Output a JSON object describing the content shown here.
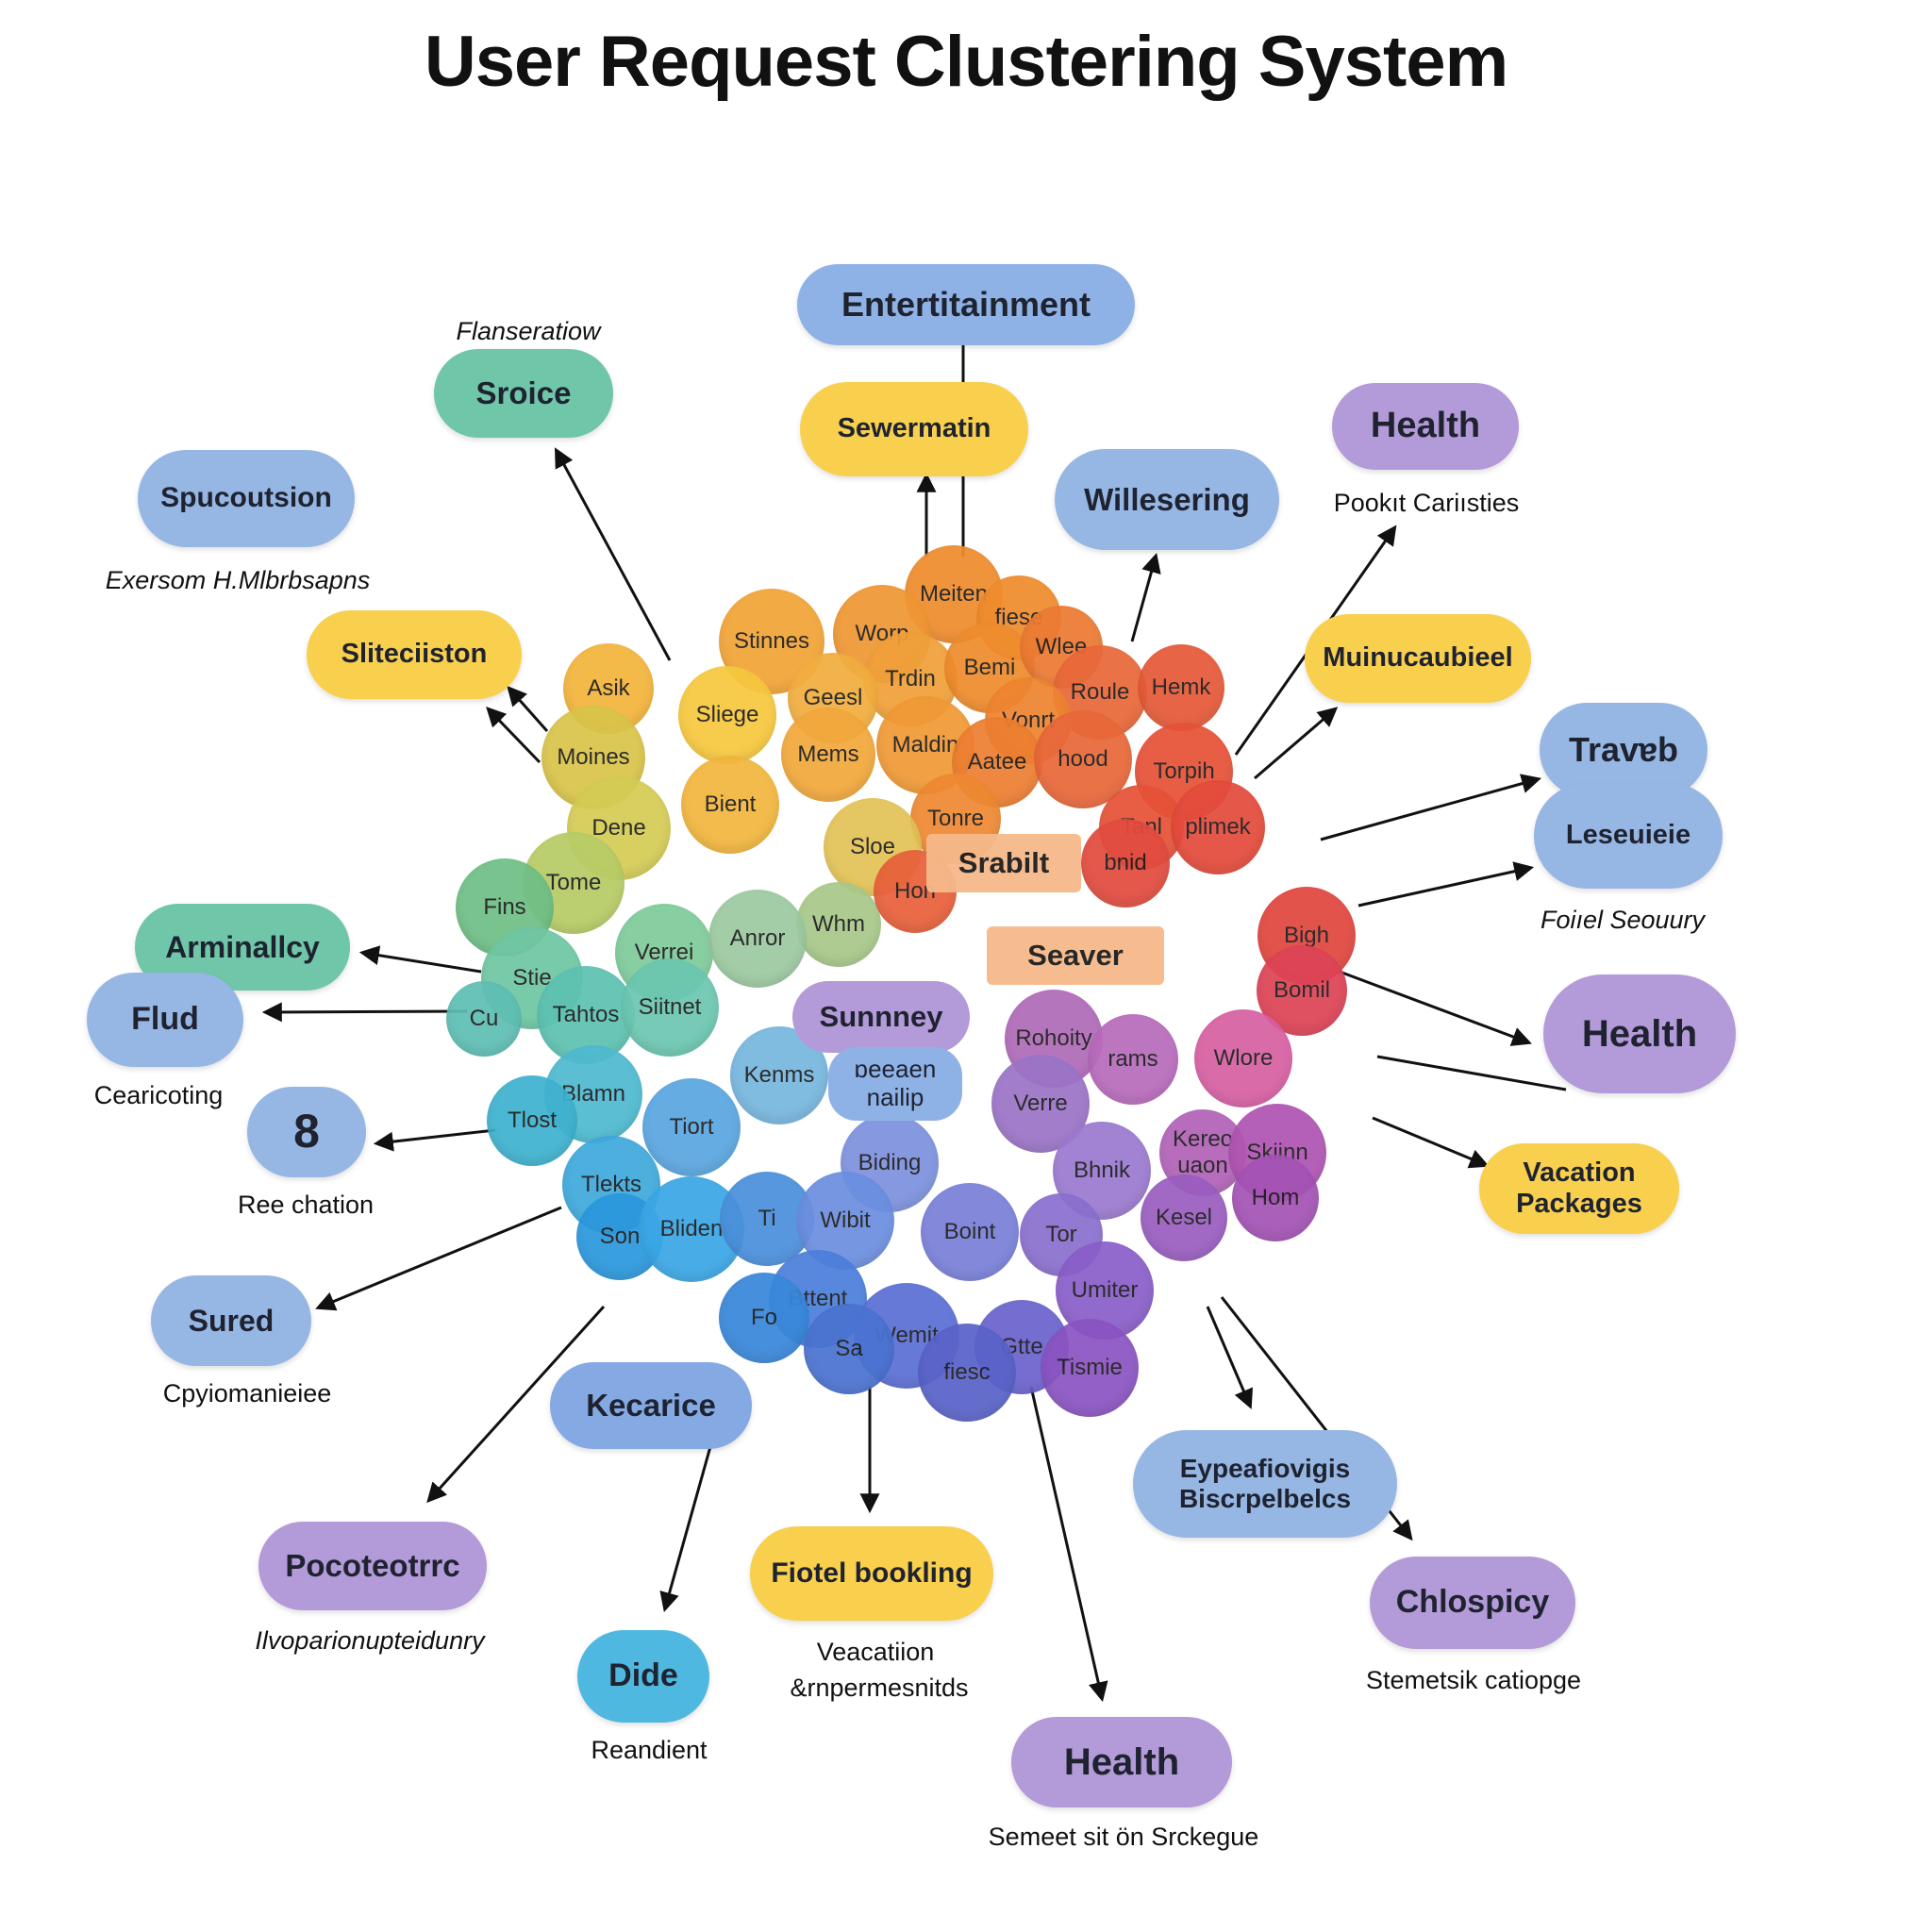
{
  "title": "User Request Clustering System",
  "colors": {
    "green": "#6fc6a8",
    "yellow": "#f9cf4e",
    "blue": "#96b6e4",
    "purple": "#b39ad8",
    "cyan": "#4fb8e0",
    "steel": "#84a9e3"
  },
  "nodes": {
    "entertainment": "Entertitainment",
    "sroice": "Sroice",
    "sroice_caption": "Flanseratiow",
    "sewermatin": "Sewermatin",
    "health_top": "Health",
    "health_top_caption": "Pookıt Cariısties",
    "spucoutsion": "Spucoutsion",
    "spucoutsion_caption": "Exersom H.Mlbrbsapns",
    "willesering": "Willesering",
    "slitecision": "Sliteciiston",
    "muinucaubieel": "Muinucaubieel",
    "travel": "Travɐb",
    "lesetieie": "Leseuieie",
    "lesetieie_caption": "Foiıel Seouury",
    "arminally": "Arminallcy",
    "flud": "Flud",
    "flud_caption": "Cearicoting",
    "eight": "8",
    "eight_caption": "Ree chation",
    "health_right": "Health",
    "vacation_packages": "Vacation Packages",
    "sured": "Sured",
    "sured_caption": "Cpyiomanieiee",
    "kecarice": "Kecarice",
    "expediogis": "Eypeafiovigis Biscrpelbelcs",
    "pocoteotre": "Pocoteotrrc",
    "pocoteotre_caption": "Ilvoparionupteidunry",
    "hotel_booking": "Fiotel bookling",
    "hotel_booking_caption_1": "Veacatiion",
    "hotel_booking_caption_2": "&rnpermesnitds",
    "chlospicy": "Chlospicy",
    "chlospicy_caption": "Stemetsik catiopge",
    "dide": "Dide",
    "dide_caption": "Reandient",
    "health_bottom": "Health",
    "health_bottom_caption": "Semeet sit ön Srckegue"
  },
  "cluster_labels": {
    "srabilt": "Srabilt",
    "seaver": "Seaver",
    "sunnnley": "Sunnney",
    "deeaen": "ɒeeaen nailip"
  },
  "bubbles": [
    {
      "t": "Meiten",
      "c": "#ef8c2e"
    },
    {
      "t": "fiese",
      "c": "#ef8c2e"
    },
    {
      "t": "Stinnes",
      "c": "#f2a437"
    },
    {
      "t": "Worp",
      "c": "#ef9734"
    },
    {
      "t": "Trdin",
      "c": "#f0a03a"
    },
    {
      "t": "Bemi",
      "c": "#ef8c2e"
    },
    {
      "t": "Wlee",
      "c": "#ec7a33"
    },
    {
      "t": "Roule",
      "c": "#e9683a"
    },
    {
      "t": "Hemk",
      "c": "#e65a39"
    },
    {
      "t": "Asik",
      "c": "#f3b43c"
    },
    {
      "t": "Sliege",
      "c": "#f7c83f"
    },
    {
      "t": "Geesl",
      "c": "#f2ae40"
    },
    {
      "t": "Vonrt",
      "c": "#ee8530"
    },
    {
      "t": "Moines",
      "c": "#d9c44a"
    },
    {
      "t": "Mems",
      "c": "#f2a83c"
    },
    {
      "t": "Maldin",
      "c": "#f09a36"
    },
    {
      "t": "Aatee",
      "c": "#ed7e31"
    },
    {
      "t": "hood",
      "c": "#e9683a"
    },
    {
      "t": "Torpih",
      "c": "#e65238"
    },
    {
      "t": "Dene",
      "c": "#d4cc55"
    },
    {
      "t": "Bient",
      "c": "#f2b63e"
    },
    {
      "t": "Tonre",
      "c": "#ee8932"
    },
    {
      "t": "Tanl",
      "c": "#e65238"
    },
    {
      "t": "plimek",
      "c": "#e44b3c"
    },
    {
      "t": "Tome",
      "c": "#b7cc66"
    },
    {
      "t": "Sloe",
      "c": "#e3c357"
    },
    {
      "t": "Fins",
      "c": "#6fbf86"
    },
    {
      "t": "Whm",
      "c": "#a8c98a"
    },
    {
      "t": "Hon",
      "c": "#e8603b"
    },
    {
      "t": "bnid",
      "c": "#e24c3f"
    },
    {
      "t": "Verrei",
      "c": "#7ecb9a"
    },
    {
      "t": "Anror",
      "c": "#9ccaa0"
    },
    {
      "t": "Stie",
      "c": "#6fc7a3"
    },
    {
      "t": "Bigh",
      "c": "#e0463f"
    },
    {
      "t": "Bomil",
      "c": "#dd4356"
    },
    {
      "t": "Tahtos",
      "c": "#5ec2b2"
    },
    {
      "t": "Siitnet",
      "c": "#6cc7b1"
    },
    {
      "t": "Cu",
      "c": "#5fbfb4"
    },
    {
      "t": "Rohoity",
      "c": "#b06bb8"
    },
    {
      "t": "Wlore",
      "c": "#d860a3"
    },
    {
      "t": "Kenms",
      "c": "#77b6de"
    },
    {
      "t": "Blamn",
      "c": "#4fbad0"
    },
    {
      "t": "rams",
      "c": "#b86bbb"
    },
    {
      "t": "Verre",
      "c": "#9b74c7"
    },
    {
      "t": "Tlost",
      "c": "#3fb2cf"
    },
    {
      "t": "Tiort",
      "c": "#5aa6e0"
    },
    {
      "t": "Biding",
      "c": "#7d92de"
    },
    {
      "t": "Bhnik",
      "c": "#9b7ad0"
    },
    {
      "t": "Kereo uaon",
      "c": "#b263b8"
    },
    {
      "t": "Skiinn",
      "c": "#b055b3"
    },
    {
      "t": "Tlekts",
      "c": "#3fa9dc"
    },
    {
      "t": "Son",
      "c": "#2b98dd"
    },
    {
      "t": "Bliden",
      "c": "#3ba7e6"
    },
    {
      "t": "Ti",
      "c": "#4b90dc"
    },
    {
      "t": "Wibit",
      "c": "#6c8fe0"
    },
    {
      "t": "Boint",
      "c": "#7a80d9"
    },
    {
      "t": "Tor",
      "c": "#8a70cf"
    },
    {
      "t": "Kesel",
      "c": "#9a5ec0"
    },
    {
      "t": "Hom",
      "c": "#a453b5"
    },
    {
      "t": "Umiter",
      "c": "#8a5ec9"
    },
    {
      "t": "Bttent",
      "c": "#4c7fdc"
    },
    {
      "t": "Wemit",
      "c": "#5b6fd4"
    },
    {
      "t": "Gtte",
      "c": "#6a64ce"
    },
    {
      "t": "Tismie",
      "c": "#8a54c2"
    },
    {
      "t": "Fo",
      "c": "#3987da"
    },
    {
      "t": "Sa",
      "c": "#4b73d1"
    },
    {
      "t": "fiesc",
      "c": "#5a63c9"
    }
  ]
}
